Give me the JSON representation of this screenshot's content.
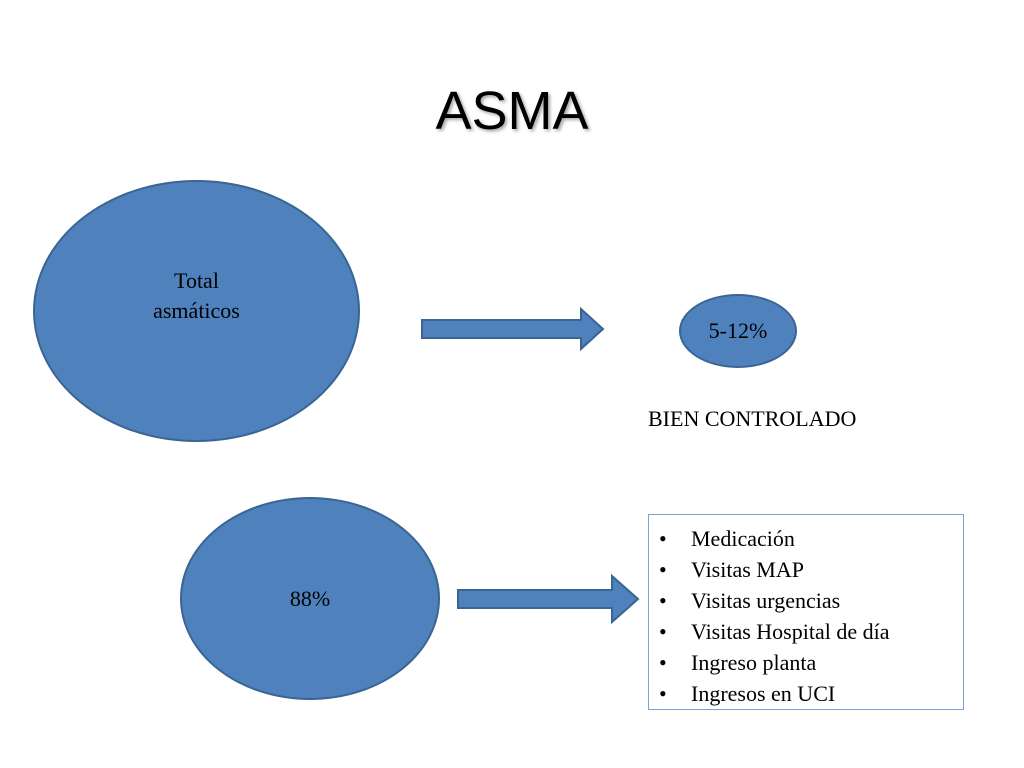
{
  "title": "ASMA",
  "nodes": {
    "total": {
      "line1": "Total",
      "line2": "asmáticos"
    },
    "controlled_pct": "5-12%",
    "uncontrolled_pct": "88%"
  },
  "controlled_label": "BIEN CONTROLADO",
  "consequences": {
    "bullet": "•",
    "items": [
      "Medicación",
      "Visitas MAP",
      "Visitas urgencias",
      "Visitas Hospital de día",
      "Ingreso planta",
      "Ingresos en UCI"
    ]
  },
  "colors": {
    "shape_fill": "#4f81bd",
    "shape_border": "#3a6592",
    "box_border": "#7aa3d4"
  }
}
